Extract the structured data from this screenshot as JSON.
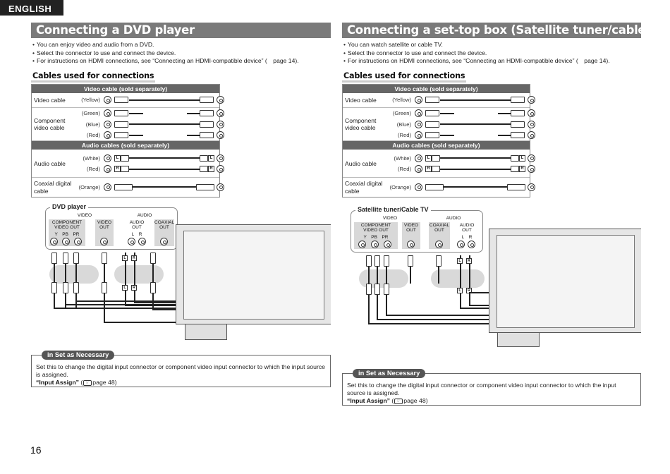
{
  "header": {
    "language_tab": "ENGLISH"
  },
  "left": {
    "title": "Connecting a DVD player",
    "bullets": [
      "You can enjoy video and audio from a DVD.",
      "Select the connector to use and connect the device.",
      "For instructions on HDMI connections, see “Connecting an HDMI-compatible device” ( page 14)."
    ],
    "cables_heading": "Cables used for connections",
    "video_header": "Video cable (sold separately)",
    "audio_header": "Audio cables (sold separately)",
    "video_cable_label": "Video cable",
    "video_cable_color": "(Yellow)",
    "component_label": "Component video cable",
    "component_colors": [
      "(Green)",
      "(Blue)",
      "(Red)"
    ],
    "audio_cable_label": "Audio cable",
    "audio_colors": [
      "(White)",
      "(Red)"
    ],
    "coaxial_label": "Coaxial digital cable",
    "coaxial_color": "(Orange)",
    "device_label": "DVD player",
    "group_video": "VIDEO",
    "group_audio": "AUDIO",
    "ports": {
      "component": "COMPONENT VIDEO OUT",
      "component_sub": "Y PB PR",
      "video_out": "VIDEO OUT",
      "audio_out": "AUDIO OUT",
      "audio_lr": "L R",
      "coaxial_out": "COAXIAL OUT"
    },
    "note": {
      "tag": "in Set as Necessary",
      "text": "Set this to change the digital input connector or component video input connector to which the input source is assigned.",
      "ref_label": "“Input Assign”",
      "ref_page": "page 48)"
    }
  },
  "right": {
    "title": "Connecting a set-top box (Satellite tuner/cable TV)",
    "bullets": [
      "You can watch satellite or cable TV.",
      "Select the connector to use and connect the device.",
      "For instructions on HDMI connections, see “Connecting an HDMI-compatible device” ( page 14)."
    ],
    "cables_heading": "Cables used for connections",
    "video_header": "Video cable (sold separately)",
    "audio_header": "Audio cables (sold separately)",
    "video_cable_label": "Video cable",
    "video_cable_color": "(Yellow)",
    "component_label": "Component video cable",
    "component_colors": [
      "(Green)",
      "(Blue)",
      "(Red)"
    ],
    "audio_cable_label": "Audio cable",
    "audio_colors": [
      "(White)",
      "(Red)"
    ],
    "coaxial_label": "Coaxial digital cable",
    "coaxial_color": "(Orange)",
    "device_label": "Satellite tuner/Cable TV",
    "group_video": "VIDEO",
    "group_audio": "AUDIO",
    "ports": {
      "component": "COMPONENT VIDEO OUT",
      "component_sub": "Y PB PR",
      "video_out": "VIDEO OUT",
      "coaxial_out": "COAXIAL OUT",
      "audio_out": "AUDIO OUT",
      "audio_lr": "L R"
    },
    "note": {
      "tag": "in Set as Necessary",
      "text": "Set this to change the digital input connector or component video input connector to which the input source is assigned.",
      "ref_label": "“Input Assign”",
      "ref_page": "page 48)"
    }
  },
  "footer": {
    "page_number": "16"
  },
  "icons": {
    "reference": "page-reference-icon"
  }
}
